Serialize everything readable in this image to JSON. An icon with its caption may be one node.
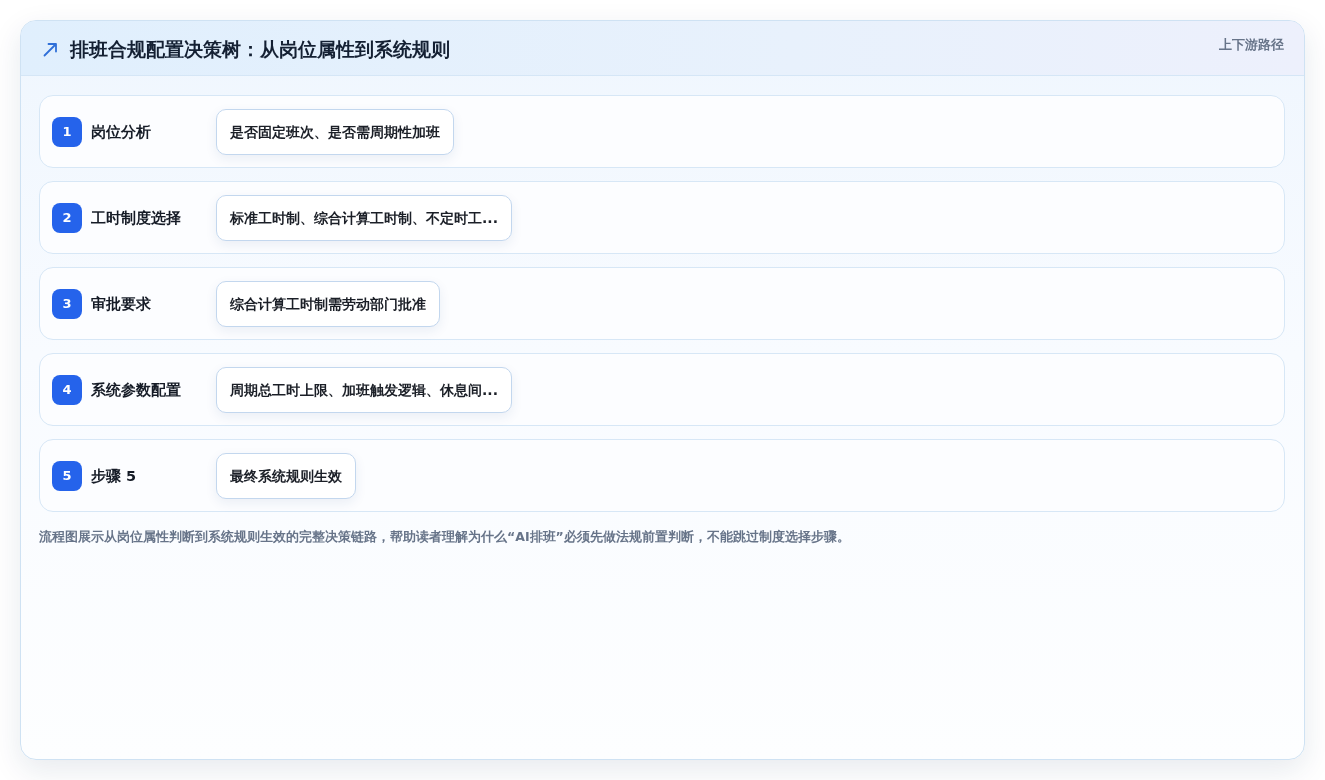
{
  "diagram": {
    "title": "排班合规配置决策树：从岗位属性到系统规则",
    "nodes": [
      {
        "text": [
          "岗位分析"
        ]
      },
      {
        "text": [
          "1"
        ],
        "in": 0
      },
      {
        "text": [
          "是否固定班次、是否需周期性加班"
        ],
        "in": 0
      },
      {
        "text": [
          "工时制度选择"
        ]
      },
      {
        "text": [
          "2"
        ],
        "in": 3
      },
      {
        "text": [
          "标准工时制、综合计算工时制、不定时工..."
        ],
        "in": 3
      },
      {
        "text": [
          "审批要求"
        ]
      },
      {
        "text": [
          "3"
        ],
        "in": 6
      },
      {
        "text": [
          "综合计算工时制需劳动部门批准"
        ],
        "in": 6
      },
      {
        "text": [
          "系统参数配置"
        ]
      },
      {
        "text": [
          "4"
        ],
        "in": 9
      },
      {
        "text": [
          "周期总工时上限、加班触发逻辑、休息间..."
        ],
        "in": 9
      },
      {
        "text": [
          "步骤 5"
        ]
      },
      {
        "text": [
          "5"
        ],
        "in": 12
      },
      {
        "text": [
          "最终系统规则生效"
        ],
        "in": 12
      }
    ],
    "labels": [
      "上下游路径"
    ],
    "caption": "流程图展示从岗位属性判断到系统规则生效的完整决策链路，帮助读者理解为什么“AI排班”必须先做法规前置判断，不能跳过制度选择步骤。"
  }
}
